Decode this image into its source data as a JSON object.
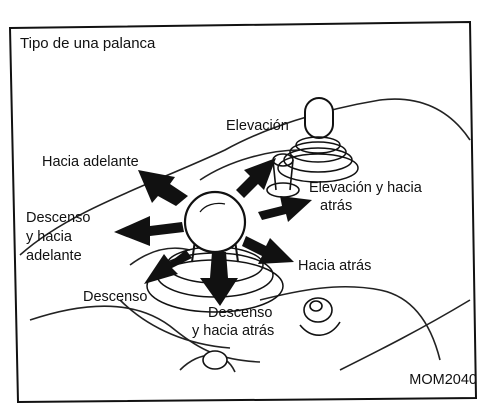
{
  "title": "Tipo de una palanca",
  "labels": {
    "elevacion": "Elevación",
    "hacia_adelante": "Hacia adelante",
    "elevacion_atras_1": "Elevación y hacia",
    "elevacion_atras_2": "atrás",
    "descenso_adelante_1": "Descenso",
    "descenso_adelante_2": "y hacia",
    "descenso_adelante_3": "adelante",
    "hacia_atras": "Hacia atrás",
    "descenso": "Descenso",
    "descenso_atras_1": "Descenso",
    "descenso_atras_2": "y hacia atrás"
  },
  "figure_code": "MOM2040"
}
